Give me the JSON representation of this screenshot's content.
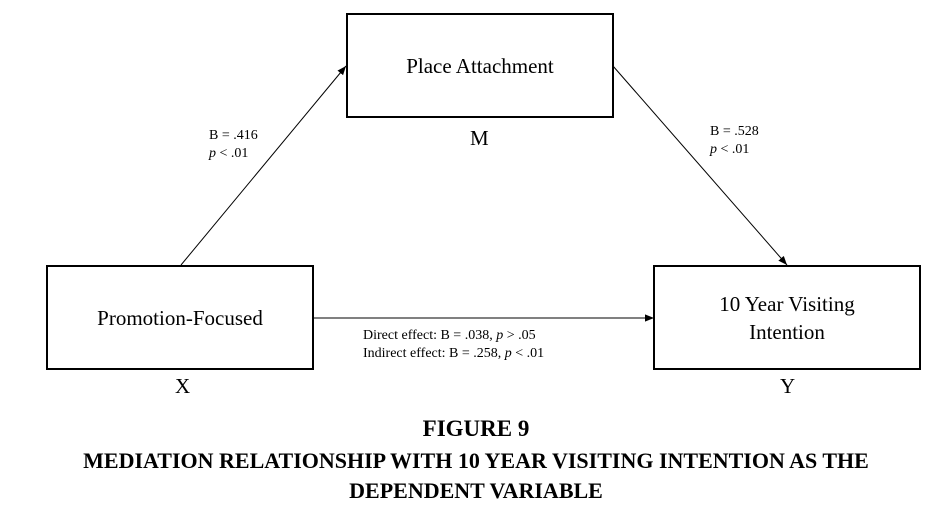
{
  "boxes": {
    "mediator": {
      "label": "Place Attachment",
      "letter": "M"
    },
    "predictor": {
      "label": "Promotion-Focused",
      "letter": "X"
    },
    "outcome": {
      "label_line1": "10 Year Visiting",
      "label_line2": "Intention",
      "letter": "Y"
    }
  },
  "paths": {
    "a": {
      "coef": "B = .416",
      "p_symbol": "p",
      "p_rest": " < .01"
    },
    "b": {
      "coef": "B = .528",
      "p_symbol": "p",
      "p_rest": " < .01"
    },
    "c": {
      "direct_prefix": "Direct effect: B = .038, ",
      "direct_p_symbol": "p",
      "direct_p_rest": " > .05",
      "indirect_prefix": "Indirect effect: B = .258, ",
      "indirect_p_symbol": "p",
      "indirect_p_rest": " < .01"
    }
  },
  "caption": {
    "figure_label": "FIGURE 9",
    "line1": "MEDIATION RELATIONSHIP WITH 10 YEAR VISITING INTENTION AS THE",
    "line2": "DEPENDENT VARIABLE"
  }
}
